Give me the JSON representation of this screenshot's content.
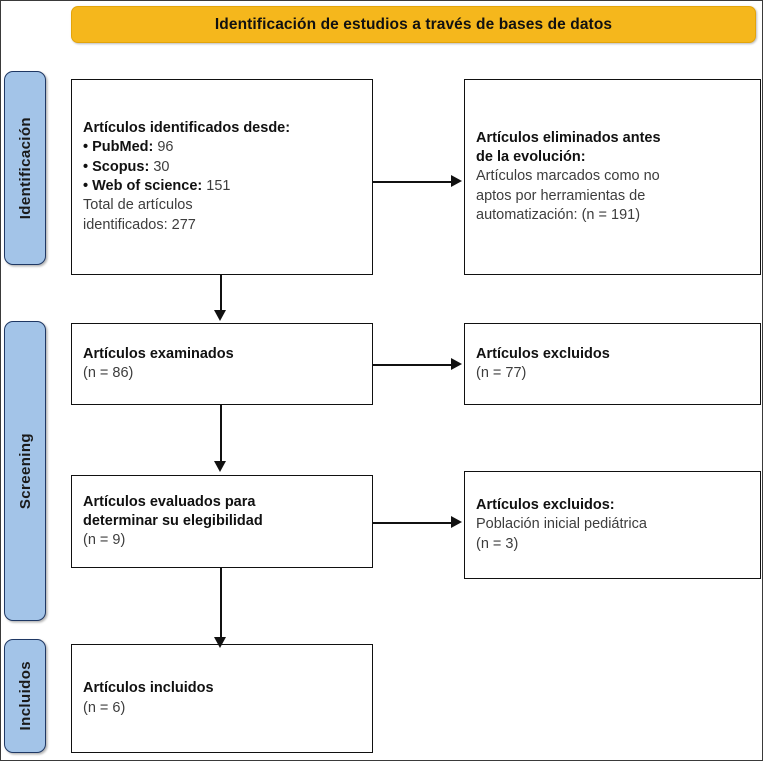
{
  "header": {
    "title": "Identificación de estudios a través de bases de datos",
    "bar_color": "#F5B71C"
  },
  "stages": {
    "accent_color": "#A3C4E8",
    "border_color": "#1F3864",
    "identification": "Identificación",
    "screening": "Screening",
    "included": "Incluidos"
  },
  "boxes": {
    "identified": {
      "heading": "Artículos identificados desde:",
      "source_1_label": "• PubMed:",
      "source_1_value": "96",
      "source_2_label": "• Scopus:",
      "source_2_value": "30",
      "source_3_label": "• Web of science:",
      "source_3_value": "151",
      "total_line_1": "Total de artículos",
      "total_line_2": "identificados: 277"
    },
    "removed": {
      "heading_line_1": "Artículos eliminados antes",
      "heading_line_2": "de la evolución:",
      "body_line_1": "Artículos marcados como no",
      "body_line_2": "aptos por herramientas de",
      "body_line_3": "automatización: (n = 191)"
    },
    "screened": {
      "heading": "Artículos examinados",
      "count": "(n = 86)"
    },
    "excluded_screened": {
      "heading": "Artículos excluidos",
      "count": "(n = 77)"
    },
    "eligibility": {
      "heading_line_1": "Artículos evaluados para",
      "heading_line_2": "determinar su elegibilidad",
      "count": "(n = 9)"
    },
    "excluded_eligibility": {
      "heading": "Artículos excluidos:",
      "reason": "Población inicial pediátrica",
      "count": "(n = 3)"
    },
    "included": {
      "heading": "Artículos incluidos",
      "count": "(n = 6)"
    }
  },
  "chart_data": {
    "type": "diagram",
    "title": "Identificación de estudios a través de bases de datos",
    "diagram_kind": "PRISMA flow diagram",
    "stages": [
      "Identificación",
      "Screening",
      "Incluidos"
    ],
    "nodes": [
      {
        "id": "identified",
        "stage": "Identificación",
        "label": "Artículos identificados desde",
        "total": 277,
        "sources": [
          {
            "name": "PubMed",
            "n": 96
          },
          {
            "name": "Scopus",
            "n": 30
          },
          {
            "name": "Web of science",
            "n": 151
          }
        ]
      },
      {
        "id": "removed",
        "stage": "Identificación",
        "label": "Artículos eliminados antes de la evolución",
        "n": 191,
        "detail": "Artículos marcados como no aptos por herramientas de automatización"
      },
      {
        "id": "screened",
        "stage": "Screening",
        "label": "Artículos examinados",
        "n": 86
      },
      {
        "id": "excluded_screened",
        "stage": "Screening",
        "label": "Artículos excluidos",
        "n": 77
      },
      {
        "id": "eligibility",
        "stage": "Screening",
        "label": "Artículos evaluados para determinar su elegibilidad",
        "n": 9
      },
      {
        "id": "excluded_eligibility",
        "stage": "Screening",
        "label": "Artículos excluidos: Población inicial pediátrica",
        "n": 3
      },
      {
        "id": "included",
        "stage": "Incluidos",
        "label": "Artículos incluidos",
        "n": 6
      }
    ],
    "edges": [
      {
        "from": "identified",
        "to": "removed",
        "direction": "right"
      },
      {
        "from": "identified",
        "to": "screened",
        "direction": "down"
      },
      {
        "from": "screened",
        "to": "excluded_screened",
        "direction": "right"
      },
      {
        "from": "screened",
        "to": "eligibility",
        "direction": "down"
      },
      {
        "from": "eligibility",
        "to": "excluded_eligibility",
        "direction": "right"
      },
      {
        "from": "eligibility",
        "to": "included",
        "direction": "down"
      }
    ]
  }
}
